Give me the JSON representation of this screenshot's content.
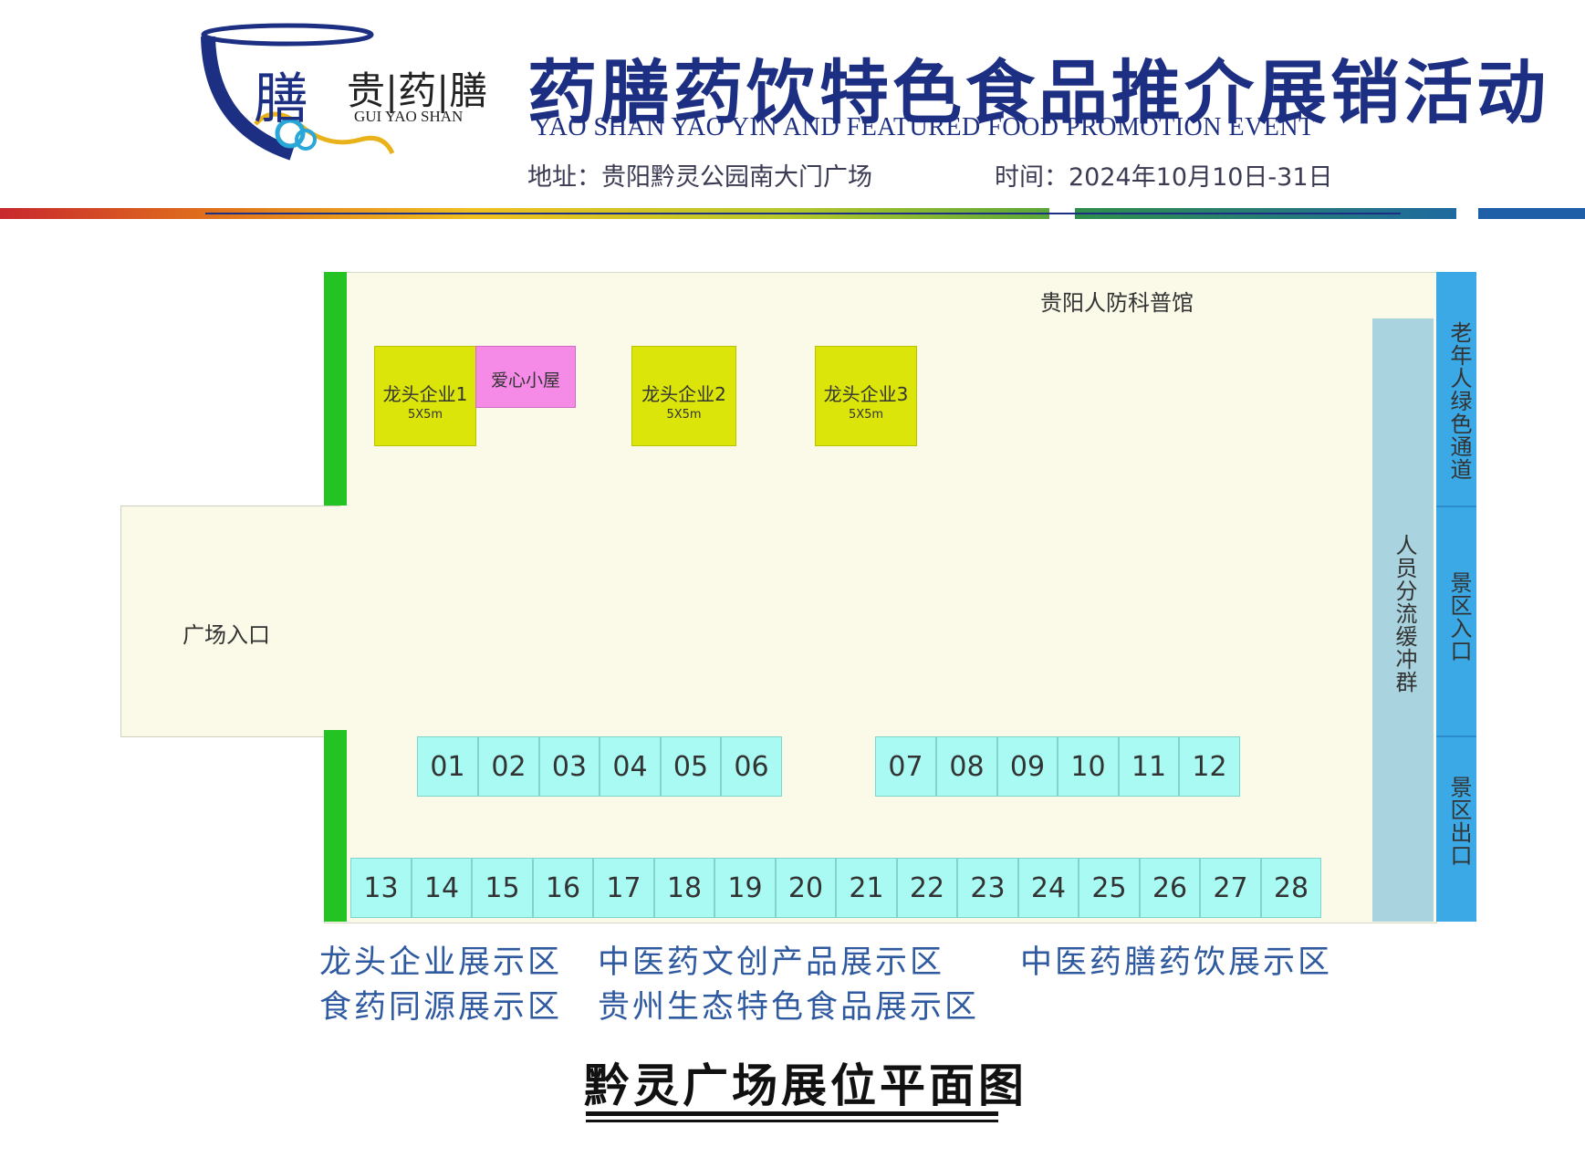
{
  "header": {
    "logo": {
      "big_char": "膳",
      "brand_cn": "贵|药|膳",
      "brand_en": "GUI YAO SHAN"
    },
    "title_cn": "药膳药饮特色食品推介展销活动",
    "title_en": "YAO SHAN  YAO YIN AND FEATURED FOOD PROMOTION EVENT",
    "address": "地址：贵阳黔灵公园南大门广场",
    "time": "时间：2024年10月10日-31日"
  },
  "colors": {
    "title_blue": "#1d2f82",
    "plaza": "#fbfae8",
    "green_wall": "#22c322",
    "leading_booth": "#dbe50a",
    "pink_booth": "#f58be7",
    "stall": "#a8faf3",
    "buffer": "#a8d3df",
    "side_band": "#3ba9e6",
    "legend_text": "#2f5aa0"
  },
  "plan": {
    "top_label": "贵阳人防科普馆",
    "entrance_label": "广场入口",
    "leading_booths": [
      {
        "name": "龙头企业1",
        "size": "5X5m"
      },
      {
        "name": "龙头企业2",
        "size": "5X5m"
      },
      {
        "name": "龙头企业3",
        "size": "5X5m"
      }
    ],
    "love_house": "爱心小屋",
    "buffer_label": "人员分流缓冲群",
    "right_labels": [
      "老年人绿色通道",
      "景区入口",
      "景区出口"
    ],
    "stalls_row1a": [
      "01",
      "02",
      "03",
      "04",
      "05",
      "06"
    ],
    "stalls_row1b": [
      "07",
      "08",
      "09",
      "10",
      "11",
      "12"
    ],
    "stalls_row2": [
      "13",
      "14",
      "15",
      "16",
      "17",
      "18",
      "19",
      "20",
      "21",
      "22",
      "23",
      "24",
      "25",
      "26",
      "27",
      "28"
    ]
  },
  "legend": {
    "items": [
      "龙头企业展示区",
      "中医药文创产品展示区",
      "中医药膳药饮展示区",
      "食药同源展示区",
      "贵州生态特色食品展示区"
    ]
  },
  "subtitle": "黔灵广场展位平面图"
}
